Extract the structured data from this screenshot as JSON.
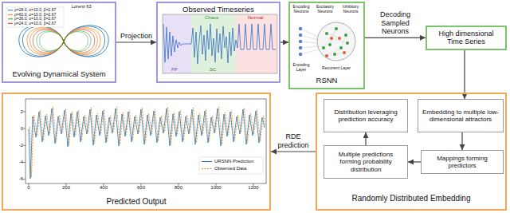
{
  "diagram": {
    "nodes": [
      {
        "text": [
          "Evolving Dynamical System"
        ]
      },
      {
        "text": [
          "Observed Timeseries"
        ]
      },
      {
        "text": [
          "RSNN"
        ]
      },
      {
        "text": [
          "High dimensional Time Series"
        ]
      },
      {
        "text": [
          "Predicted Output"
        ]
      },
      {
        "text": [
          "Randomly Distributed Embedding"
        ]
      },
      {
        "text": [
          "Distribution leveraging prediction accuracy"
        ],
        "in": 5
      },
      {
        "text": [
          "Embedding to multiple low-dimensional attractors"
        ],
        "in": 5
      },
      {
        "text": [
          "Multiple predictions forming probability distribution"
        ],
        "in": 5
      },
      {
        "text": [
          "Mappings forming predictors"
        ],
        "in": 5
      }
    ],
    "edges": [
      {
        "from": 0,
        "to": 1,
        "label": "Projection",
        "arrow": "to"
      },
      {
        "from": 1,
        "to": 2,
        "arrow": "to"
      },
      {
        "from": 2,
        "to": 3,
        "label": "Decoding Sampled Neurons",
        "arrow": "to"
      },
      {
        "from": 3,
        "to": 7,
        "arrow": "to"
      },
      {
        "from": 7,
        "to": 9,
        "arrow": "to"
      },
      {
        "from": 9,
        "to": 8,
        "arrow": "to"
      },
      {
        "from": 8,
        "to": 6,
        "arrow": "to"
      },
      {
        "from": 5,
        "to": 4,
        "label": "RDE prediction",
        "arrow": "to"
      }
    ],
    "labels": [
      "Lorenz 63",
      "FP",
      "Chaos",
      "Normal",
      "SC",
      "Encoding Neurons",
      "Excitatory Neurons",
      "Inhibitory Neurons",
      "Encoding Layer",
      "Recurrent Layer",
      "2",
      "0",
      "-2",
      "-4",
      "-6",
      "0",
      "200",
      "400",
      "600",
      "800",
      "1000",
      "1200"
    ],
    "legend": [
      {
        "text": "ρ=28.0, σ=10.0, β=2.67"
      },
      {
        "text": "ρ=60.0, σ=10.0, β=2.67"
      },
      {
        "text": "ρ=36.0, σ=10.0, β=2.67"
      },
      {
        "text": "ρ=24.0, σ=10.0, β=2.67"
      },
      {
        "text": "URSNN Prediction"
      },
      {
        "text": "Observed Data"
      }
    ]
  }
}
